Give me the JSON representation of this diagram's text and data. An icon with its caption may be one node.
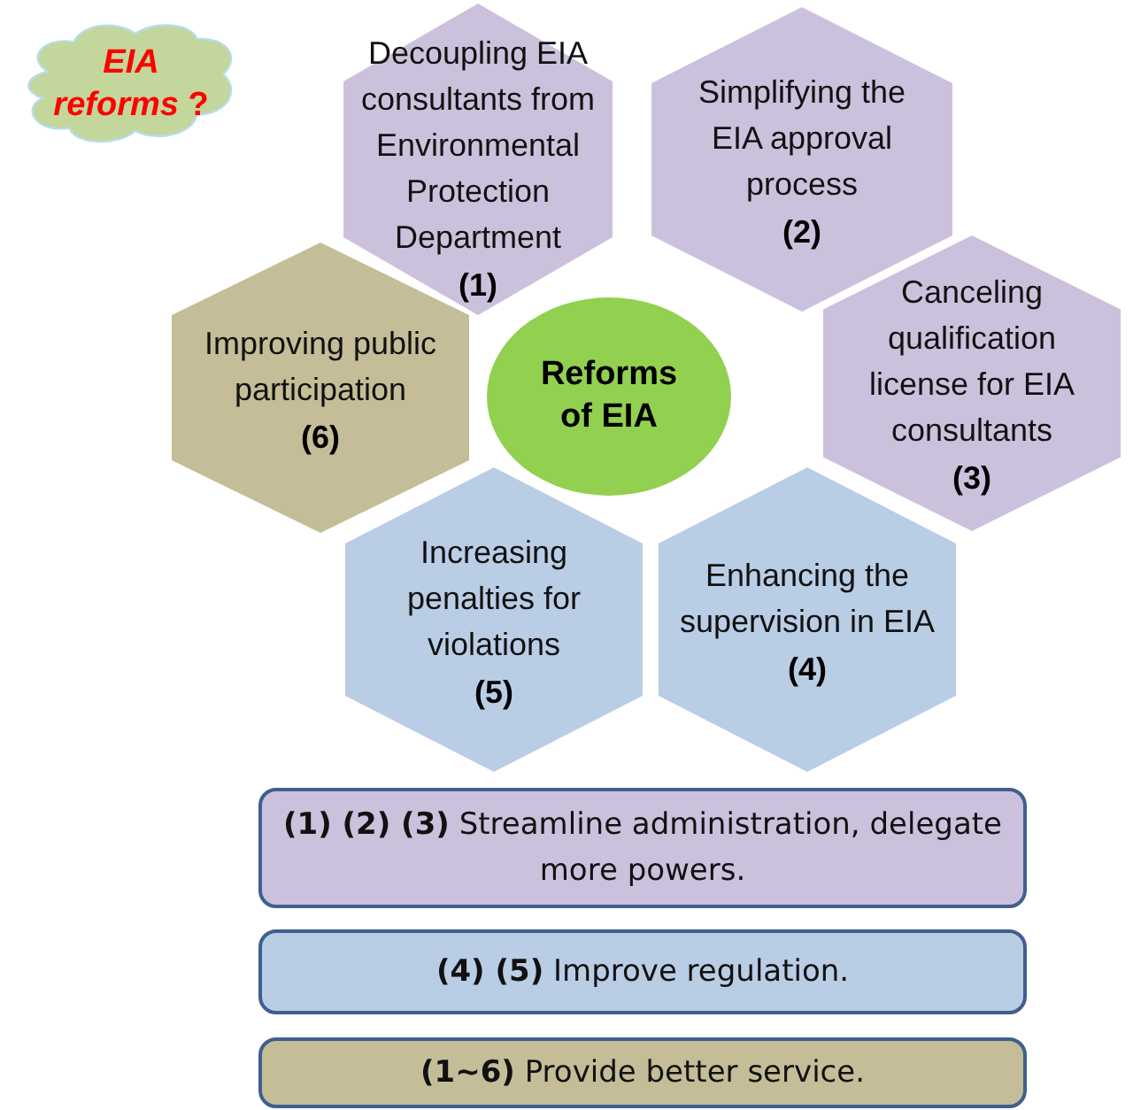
{
  "diagram": {
    "nodes": [
      {
        "text": [
          "*EIA reforms* ?"
        ]
      },
      {
        "text": [
          "Decoupling EIA consultants from Environmental Protection Department",
          "(1)"
        ]
      },
      {
        "text": [
          "Simplifying the EIA approval process",
          "(2)"
        ]
      },
      {
        "text": [
          "Improving public participation",
          "(6)"
        ]
      },
      {
        "text": [
          "Reforms of EIA"
        ]
      },
      {
        "text": [
          "Canceling qualification license for EIA consultants",
          "(3)"
        ]
      },
      {
        "text": [
          "Increasing penalties for violations",
          "(5)"
        ]
      },
      {
        "text": [
          "Enhancing the supervision in EIA",
          "(4)"
        ]
      },
      {
        "text": [
          "**(1) (2) (3)** Streamline administration, delegate more powers."
        ]
      },
      {
        "text": [
          "**(4) (5)** Improve regulation."
        ]
      },
      {
        "text": [
          "**(1~6)** Provide better service."
        ]
      }
    ]
  }
}
